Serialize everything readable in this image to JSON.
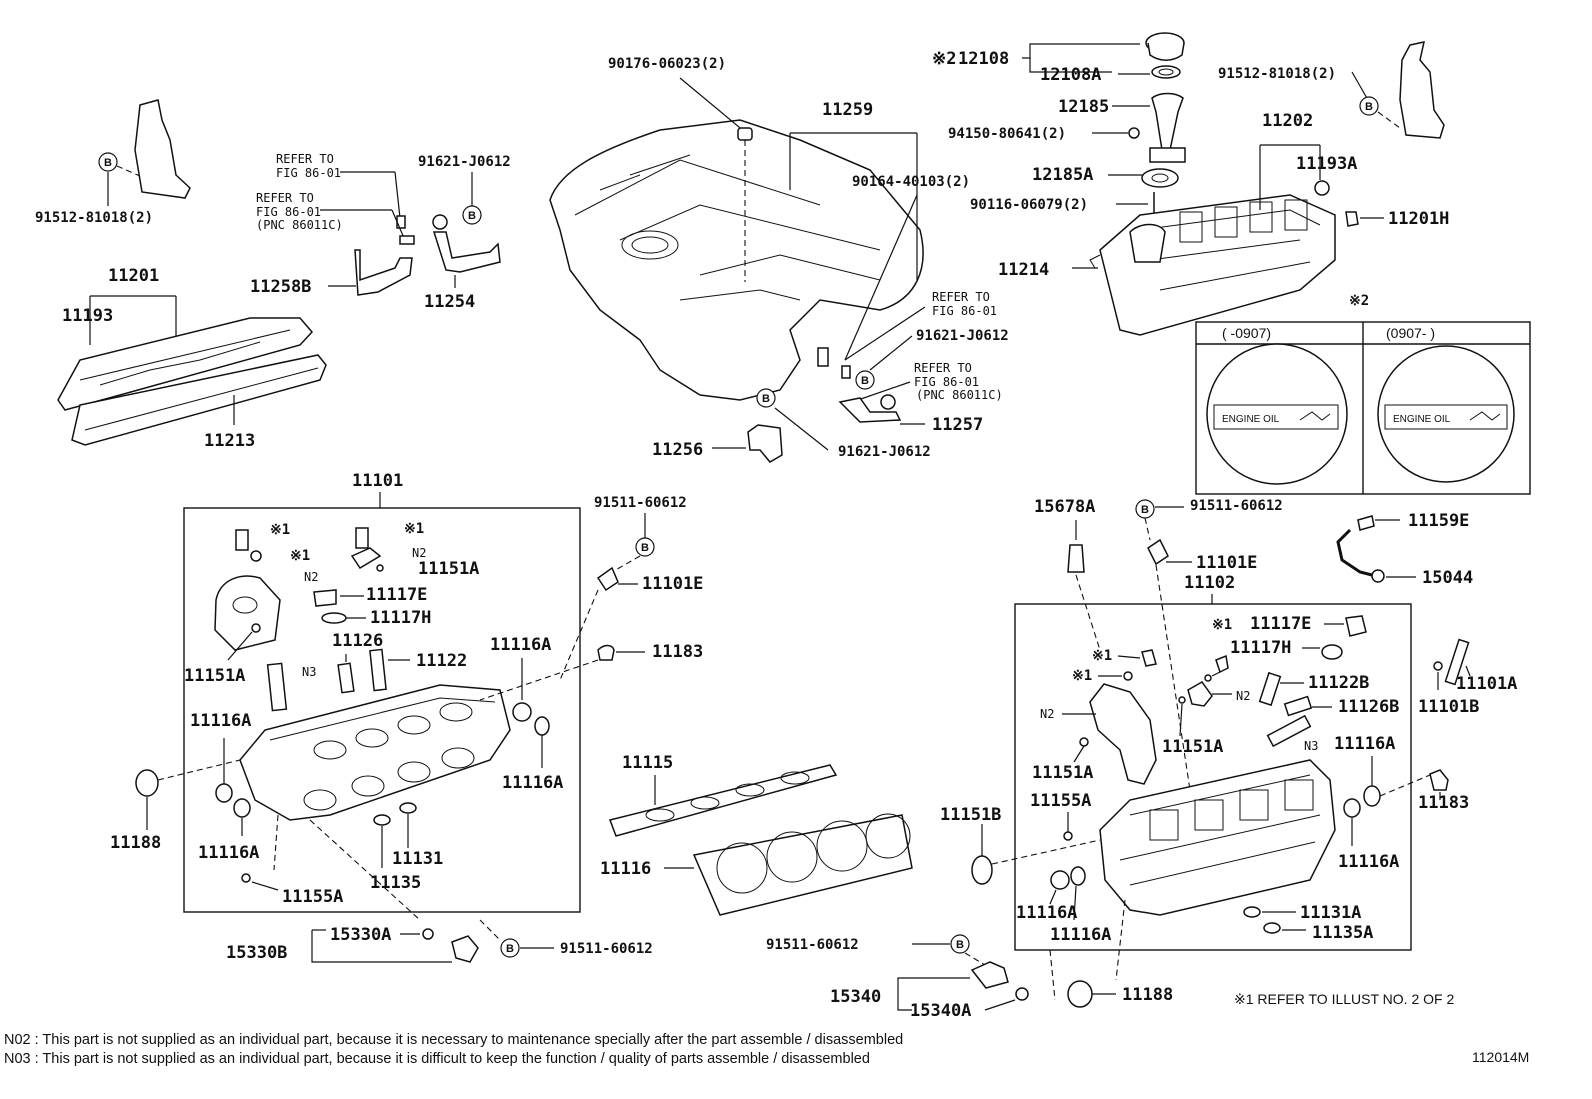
{
  "labels": {
    "p90176": "90176-06023(2)",
    "p11259": "11259",
    "p90164": "90164-40103(2)",
    "p12108": "12108",
    "p12108_mark": "※2",
    "p12108A": "12108A",
    "p12185": "12185",
    "p94150": "94150-80641(2)",
    "p12185A": "12185A",
    "p90116": "90116-06079(2)",
    "p91512_tr": "91512-81018(2)",
    "p11202": "11202",
    "p11193A": "11193A",
    "p11201H": "11201H",
    "p11214": "11214",
    "p91512_tl": "91512-81018(2)",
    "p91621_a": "91621-J0612",
    "p11201": "11201",
    "p11193": "11193",
    "p11258B": "11258B",
    "p11254": "11254",
    "p11213": "11213",
    "p91621_b": "91621-J0612",
    "p11257": "11257",
    "p11256": "11256",
    "p91621_c": "91621-J0612",
    "p11101": "11101",
    "p91511_a": "91511-60612",
    "p11101E_l": "11101E",
    "p11151A_1": "11151A",
    "p11117E_l": "11117E",
    "p11117H_l": "11117H",
    "p11126": "11126",
    "p11122": "11122",
    "p11151A_2": "11151A",
    "p11116A_1": "11116A",
    "p11183_l": "11183",
    "p11116A_2": "11116A",
    "p11116A_3": "11116A",
    "p11188_l": "11188",
    "p11116A_4": "11116A",
    "p11131": "11131",
    "p11135": "11135",
    "p11155A_l": "11155A",
    "p15330A": "15330A",
    "p15330B": "15330B",
    "p91511_b": "91511-60612",
    "p11115": "11115",
    "p11116": "11116",
    "p91511_c": "91511-60612",
    "p15340": "15340",
    "p15340A": "15340A",
    "p11188_r": "11188",
    "p15678A": "15678A",
    "p91511_d": "91511-60612",
    "p11101E_r": "11101E",
    "p11159E": "11159E",
    "p11102": "11102",
    "p15044": "15044",
    "p11117E_r": "11117E",
    "p11117H_r": "11117H",
    "p11122B": "11122B",
    "p11126B": "11126B",
    "p11101A": "11101A",
    "p11101B": "11101B",
    "p11151A_3": "11151A",
    "p11151A_4": "11151A",
    "p11116A_5": "11116A",
    "p11183_r": "11183",
    "p11155A_r": "11155A",
    "p11151B": "11151B",
    "p11116A_6": "11116A",
    "p11116A_7": "11116A",
    "p11116A_8": "11116A",
    "p11131A": "11131A",
    "p11135A": "11135A",
    "refer_to": "REFER TO",
    "fig_86_01": "FIG 86-01",
    "pnc": "(PNC 86011C)",
    "mark1": "※1",
    "mark2": "※2",
    "n2": "N2",
    "n3": "N3",
    "b": "B",
    "inset_col1": "(     -0907)",
    "inset_col2": "(0907-       )",
    "engine_oil": "ENGINE OIL",
    "footnote_ref": "※1  REFER TO ILLUST NO. 2 OF 2",
    "note_n2": "N02 : This part is not supplied as an individual part, because it is necessary to maintenance specially after the part assemble / disassembled",
    "note_n3": "N03 : This part is not supplied as an individual part, because it is difficult to keep the function / quality of parts  assemble / disassembled",
    "diagram_id": "112014M"
  }
}
